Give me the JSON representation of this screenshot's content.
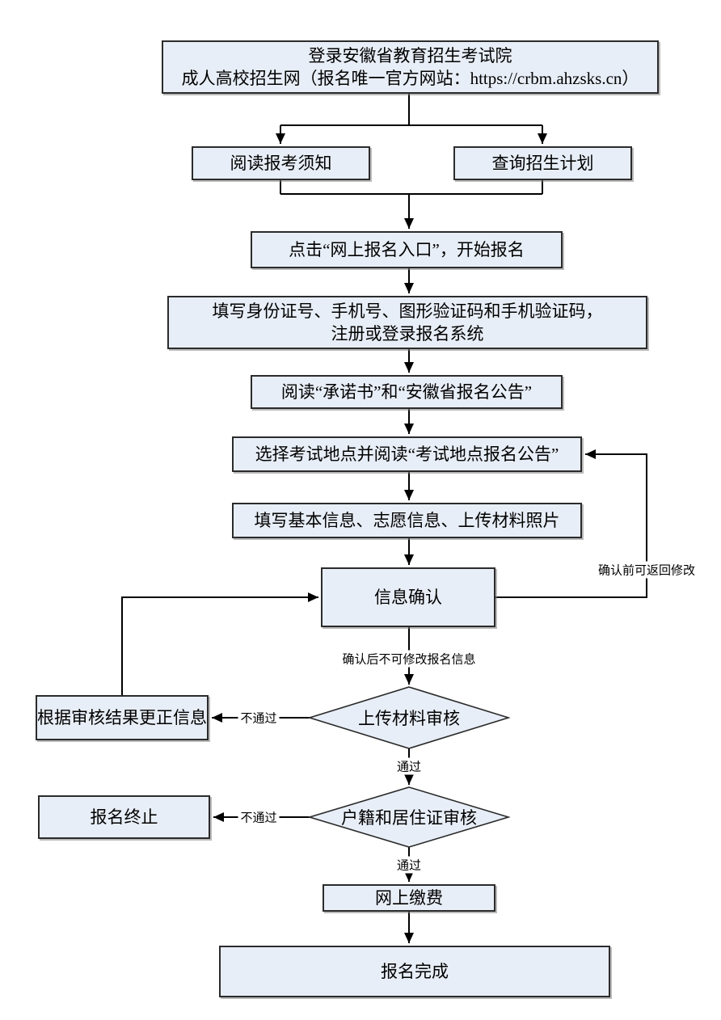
{
  "flowchart": {
    "colors": {
      "node_fill": "#E8EEF7",
      "node_border": "#2B2B2B",
      "line": "#000000"
    },
    "nodes": {
      "login": {
        "line1": "登录安徽省教育招生考试院",
        "line2": "成人高校招生网（报名唯一官方网站：https://crbm.ahzsks.cn）"
      },
      "read_notice": {
        "label": "阅读报考须知"
      },
      "query_plan": {
        "label": "查询招生计划"
      },
      "click_entry": {
        "label": "点击“网上报名入口”，开始报名"
      },
      "register_login": {
        "line1": "填写身份证号、手机号、图形验证码和手机验证码，",
        "line2": "注册或登录报名系统"
      },
      "read_commitment": {
        "label": "阅读“承诺书”和“安徽省报名公告”"
      },
      "select_site": {
        "label": "选择考试地点并阅读“考试地点报名公告”"
      },
      "fill_info": {
        "label": "填写基本信息、志愿信息、上传材料照片"
      },
      "confirm_info": {
        "label": "信息确认"
      },
      "material_review": {
        "label": "上传材料审核"
      },
      "correct_info": {
        "label": "根据审核结果更正信息"
      },
      "residence_review": {
        "label": "户籍和居住证审核"
      },
      "end_registration": {
        "label": "报名终止"
      },
      "pay_online": {
        "label": "网上缴费"
      },
      "complete": {
        "label": "报名完成"
      }
    },
    "edge_labels": {
      "before_confirm": "确认前可返回修改",
      "after_confirm": "确认后不可修改报名信息",
      "material_fail": "不通过",
      "material_pass": "通过",
      "residence_fail": "不通过",
      "residence_pass": "通过"
    }
  }
}
